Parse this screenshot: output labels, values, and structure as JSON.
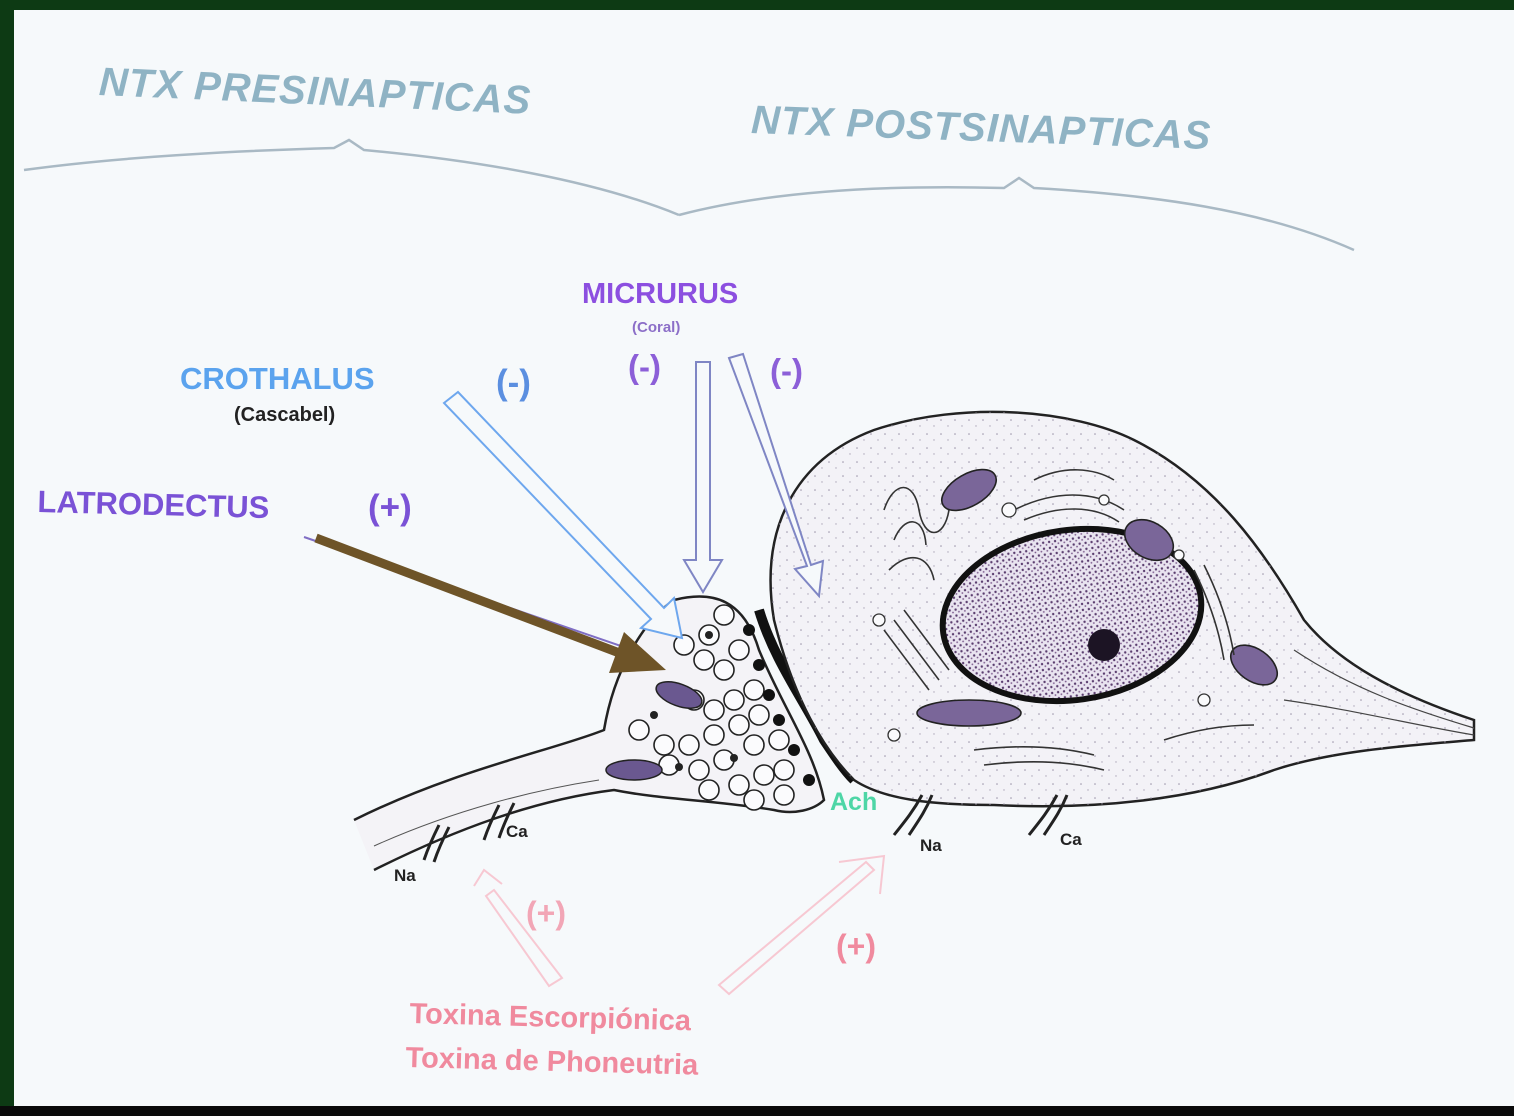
{
  "headers": {
    "presynaptic": "NTX PRESINAPTICAS",
    "postsynaptic": "NTX POSTSINAPTICAS"
  },
  "toxins": {
    "micrurus": {
      "name": "MICRURUS",
      "common": "(Coral)",
      "effect_left": "(-)",
      "effect_right": "(-)"
    },
    "crothalus": {
      "name": "CROTHALUS",
      "common": "(Cascabel)",
      "effect": "(-)"
    },
    "latrodectus": {
      "name": "LATRODECTUS",
      "effect": "(+)"
    },
    "scorpion": {
      "line1": "Toxina Escorpiónica",
      "line2": "Toxina de Phoneutria",
      "effect_left": "(+)",
      "effect_right": "(+)"
    }
  },
  "channels": {
    "pre_na": "Na",
    "pre_ca": "Ca",
    "post_na": "Na",
    "post_ca": "Ca",
    "ach": "Ach"
  },
  "colors": {
    "header": "#8fb3c4",
    "micrurus": "#8c4fe0",
    "crothalus": "#5ba3ee",
    "latrodectus": "#7a52d6",
    "scorpion": "#f08a9e",
    "ach": "#4dd6a6",
    "arrow_brown": "#6e5428",
    "frame_green": "#0d3a14"
  }
}
